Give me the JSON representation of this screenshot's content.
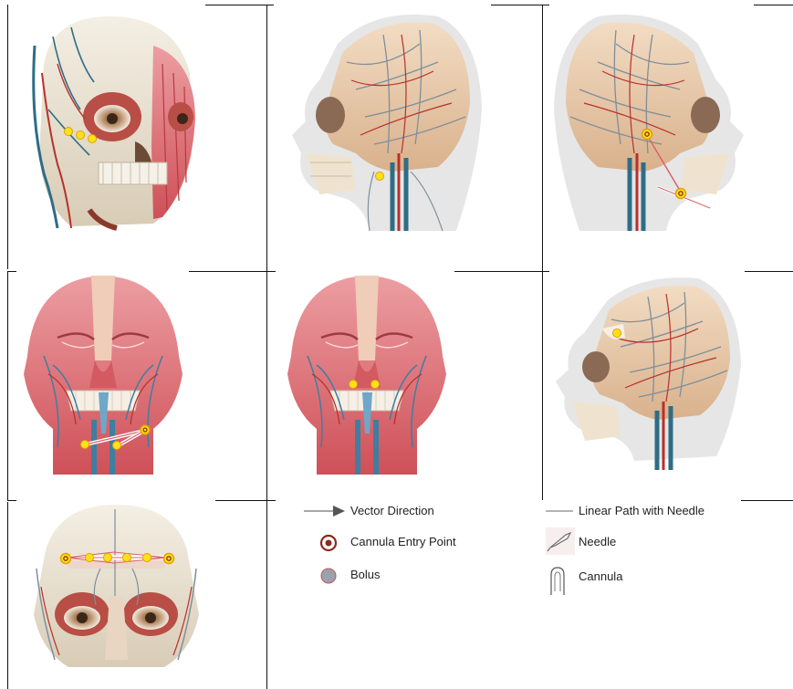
{
  "legend": {
    "vector_direction": "Vector Direction",
    "cannula_entry_point": "Cannula Entry Point",
    "bolus": "Bolus",
    "linear_path": "Linear Path with Needle",
    "needle": "Needle",
    "cannula": "Cannula"
  },
  "icons": {
    "vector_direction": "arrow-right-icon",
    "cannula_entry_point": "ring-marker-icon",
    "bolus": "dot-marker-icon",
    "linear_path": "line-icon",
    "needle": "needle-icon",
    "cannula": "cannula-icon"
  },
  "panels": [
    {
      "view": "skull-front-three-quarter"
    },
    {
      "view": "head-vessels-right-profile"
    },
    {
      "view": "head-vessels-left-profile"
    },
    {
      "view": "face-muscles-front-chin"
    },
    {
      "view": "face-muscles-front-lip"
    },
    {
      "view": "head-vessels-right-profile-temple"
    },
    {
      "view": "skull-front-forehead"
    }
  ],
  "colors": {
    "bolus_fill": "#ffe11a",
    "bolus_stroke": "#e0a000",
    "cannula_ring": "#8b2a20",
    "legend_bolus": "#9aa3ad",
    "skin": "#ebc8a6",
    "muscle": "#d9636a",
    "vein": "#2e6d86",
    "artery": "#b8302c"
  }
}
